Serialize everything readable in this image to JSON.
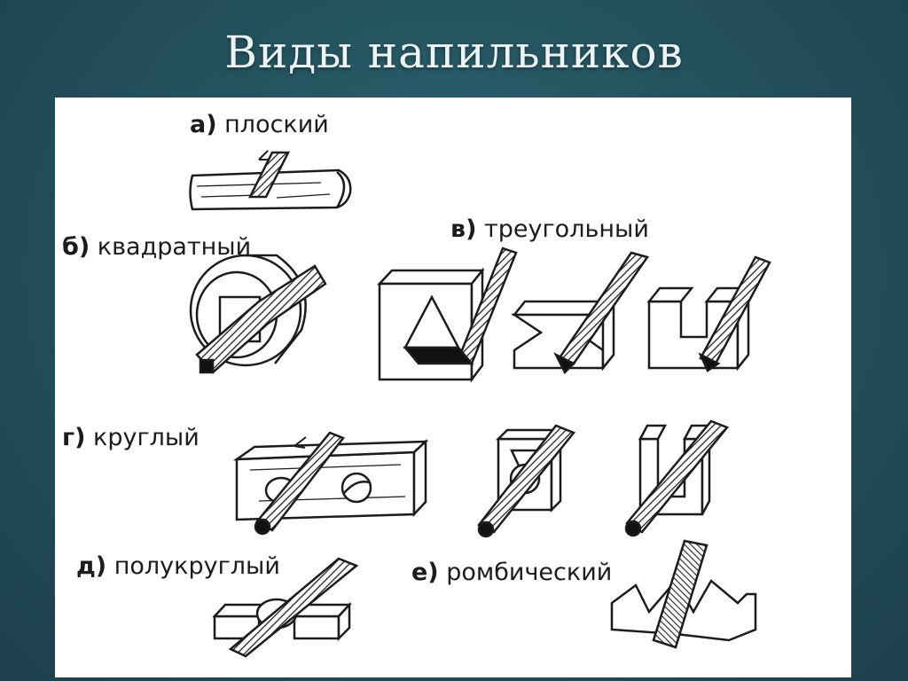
{
  "slide": {
    "title": "Виды напильников"
  },
  "labels": {
    "a": {
      "letter": "а)",
      "text": "плоский"
    },
    "b": {
      "letter": "б)",
      "text": "квадратный"
    },
    "v": {
      "letter": "в)",
      "text": "треугольный"
    },
    "g": {
      "letter": "г)",
      "text": "круглый"
    },
    "d": {
      "letter": "д)",
      "text": "полукруглый"
    },
    "e": {
      "letter": "е)",
      "text": "ромбический"
    }
  },
  "colors": {
    "background": "#24545f",
    "panel": "#ffffff",
    "ink": "#1c1c1c",
    "title": "#eef3f4"
  }
}
